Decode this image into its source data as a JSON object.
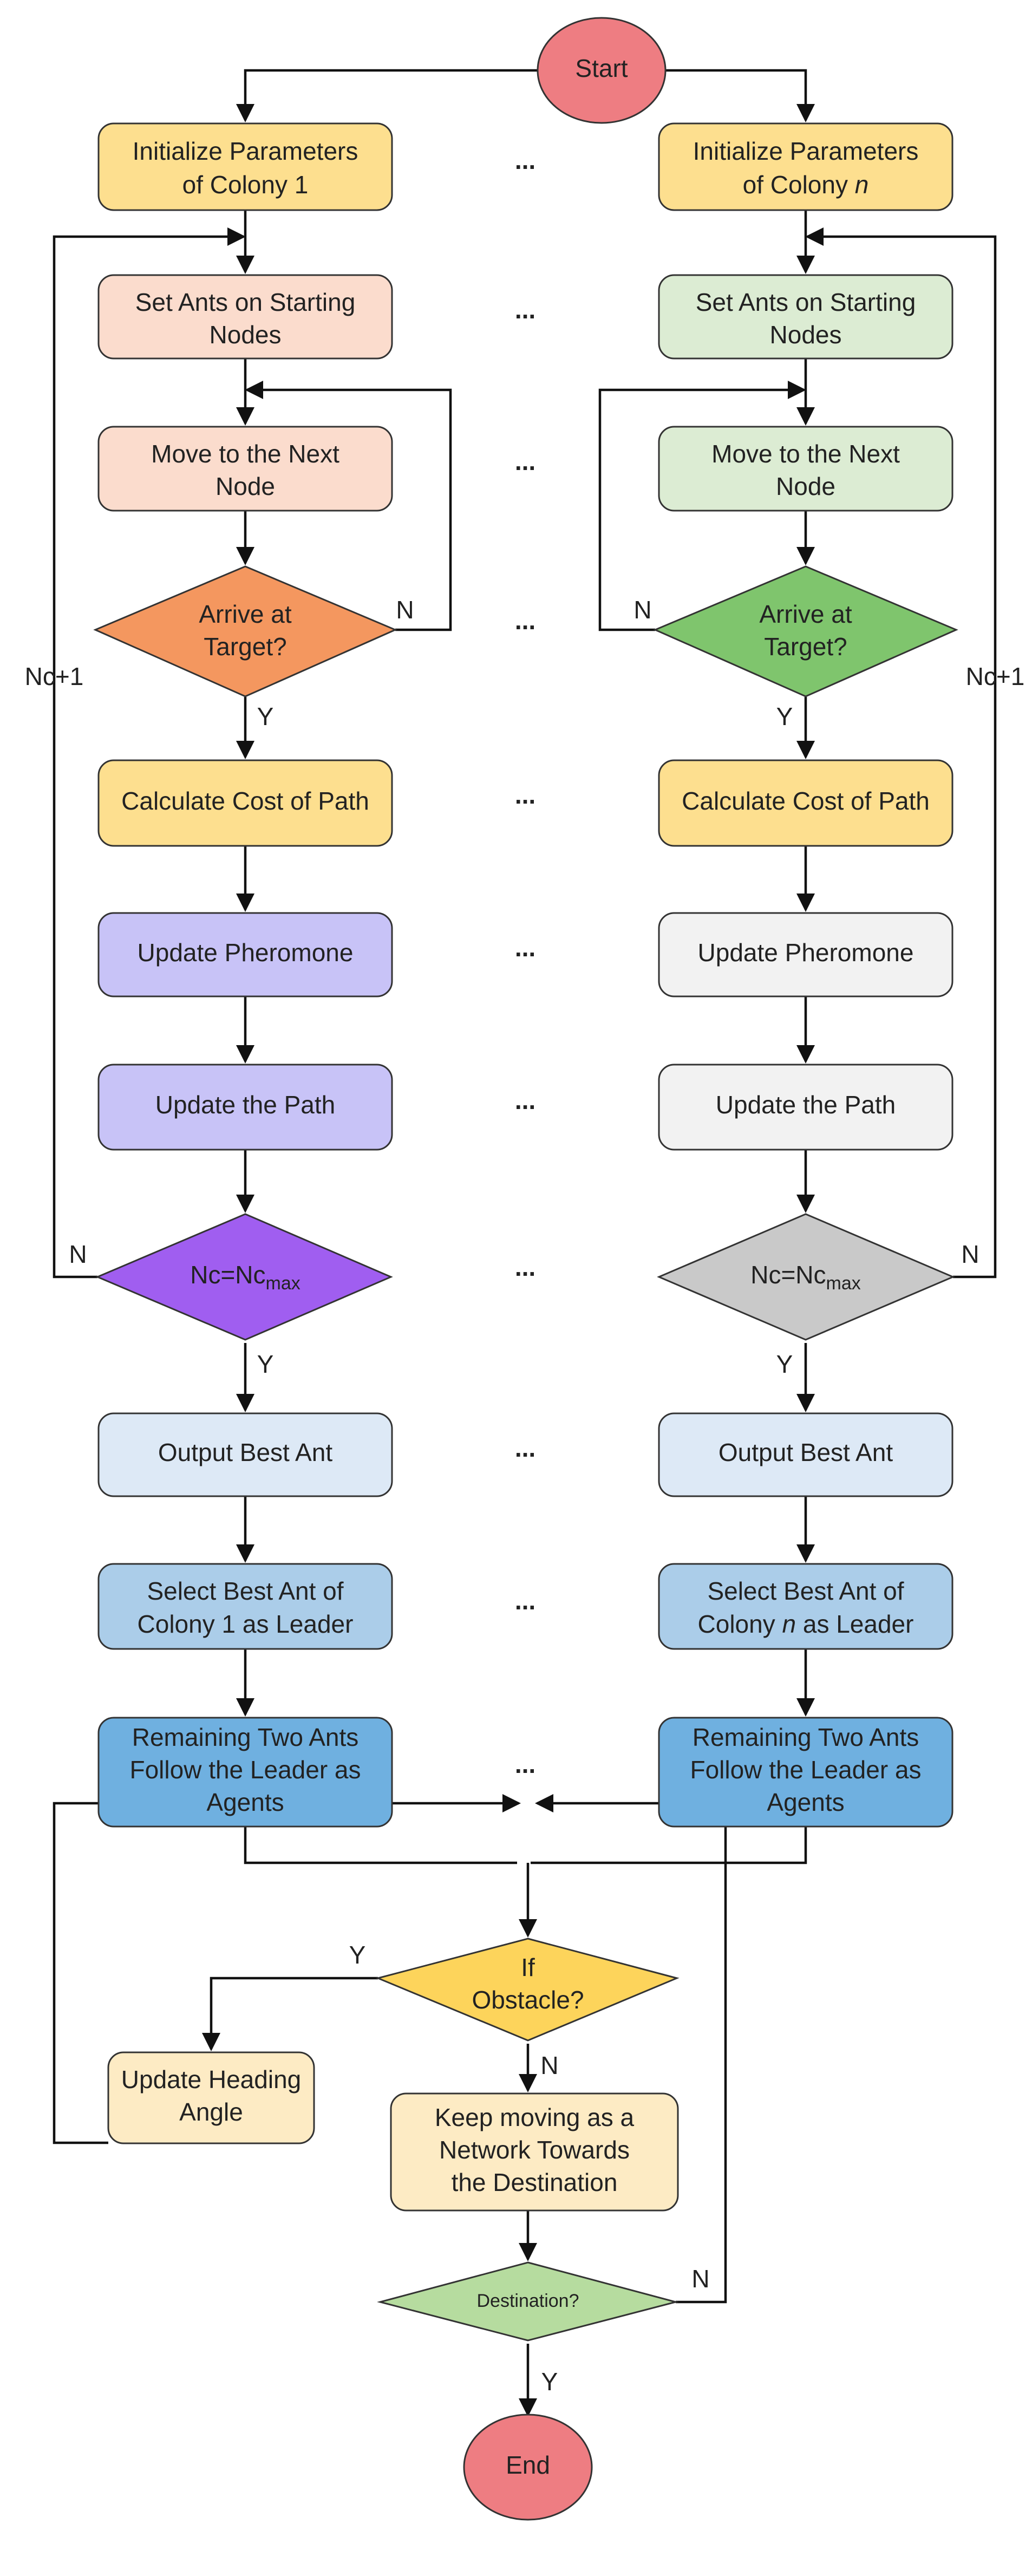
{
  "colors": {
    "start_fill": "#ee7d82",
    "init_fill": "#fddf8f",
    "cost_fill": "#fddf8f",
    "c1_node_fill": "#fbdccd",
    "cn_node_fill": "#dcecd3",
    "c1_arrive_fill": "#f4975f",
    "cn_arrive_fill": "#7fc56d",
    "c1_update_fill": "#c8c3f7",
    "cn_update_fill": "#f2f2f2",
    "c1_nc_fill": "#a05ef0",
    "cn_nc_fill": "#c9c9c9",
    "output_fill": "#dde9f6",
    "select_fill": "#abcde9",
    "remain_fill": "#6fb0e0",
    "obstacle_fill": "#fdd45b",
    "loop_fill": "#fdebc4",
    "dest_fill": "#b6dc9f"
  },
  "labels": {
    "start": "Start",
    "end": "End",
    "ellipsis": "...",
    "colony1": {
      "init_line1": "Initialize Parameters",
      "init_line2_prefix": "of Colony ",
      "init_line2_id": "1",
      "set_line1": "Set Ants on Starting",
      "set_line2": "Nodes",
      "move_line1": "Move to the Next",
      "move_line2": "Node",
      "arrive_line1": "Arrive at",
      "arrive_line2": "Target?",
      "cost": "Calculate Cost of Path",
      "pheromone": "Update Pheromone",
      "path": "Update the Path",
      "nc_prefix": "Nc=Nc",
      "nc_sub": "max",
      "output": "Output Best Ant",
      "select_line1": "Select Best Ant of",
      "select_line2_prefix": "Colony ",
      "select_line2_id": "1",
      "select_line2_suffix": " as Leader",
      "remain_line1": "Remaining Two Ants",
      "remain_line2": "Follow the Leader as",
      "remain_line3": "Agents"
    },
    "colonyn": {
      "init_line1": "Initialize Parameters",
      "init_line2_prefix": "of Colony ",
      "init_line2_id": "n",
      "set_line1": "Set Ants on Starting",
      "set_line2": "Nodes",
      "move_line1": "Move to the Next",
      "move_line2": "Node",
      "arrive_line1": "Arrive at",
      "arrive_line2": "Target?",
      "cost": "Calculate Cost of Path",
      "pheromone": "Update Pheromone",
      "path": "Update the Path",
      "nc_prefix": "Nc=Nc",
      "nc_sub": "max",
      "output": "Output Best Ant",
      "select_line1": "Select Best Ant of",
      "select_line2_prefix": "Colony ",
      "select_line2_id": "n",
      "select_line2_suffix": " as Leader",
      "remain_line1": "Remaining Two Ants",
      "remain_line2": "Follow the Leader as",
      "remain_line3": "Agents"
    },
    "obstacle_line1": "If",
    "obstacle_line2": "Obstacle?",
    "heading_line1": "Update Heading",
    "heading_line2": "Angle",
    "keep_line1": "Keep moving as a",
    "keep_line2": "Network Towards",
    "keep_line3": "the Destination",
    "destination": "Destination?",
    "edge_labels": {
      "nc_plus_1": "Nc+1",
      "yes": "Y",
      "no": "N"
    }
  }
}
